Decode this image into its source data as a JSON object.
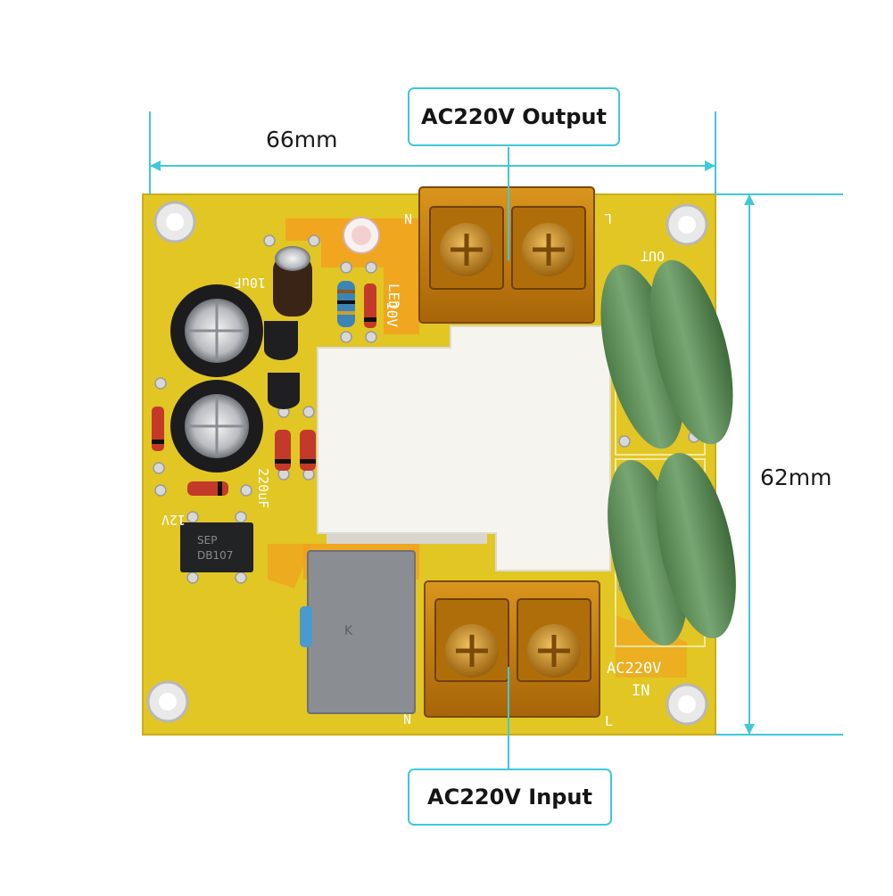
{
  "dimensions": {
    "width_label": "66mm",
    "height_label": "62mm"
  },
  "callouts": {
    "output_label": "AC220V Output",
    "input_label": "AC220V Input"
  },
  "board": {
    "silkscreen": {
      "led": "LED",
      "led_value": "10V",
      "cap_small": "10uF",
      "cap_large": "220uF",
      "voltage_12": "12V",
      "out_block": "OUT",
      "in_block_1": "AC220V",
      "in_block_2": "IN",
      "n_top": "N",
      "l_top": "L",
      "n_bottom": "N",
      "l_bottom": "L",
      "bridge_chip": "DB107",
      "bridge_brand": "SEP",
      "module_mark": "K"
    }
  },
  "colors": {
    "pcb": "#e2c624",
    "guide_line": "#40c8d8",
    "terminal": "#c8800f",
    "varistor": "#5d8f58",
    "relay": "#f6f4ee",
    "capacitor_gray": "#8a8d92"
  }
}
